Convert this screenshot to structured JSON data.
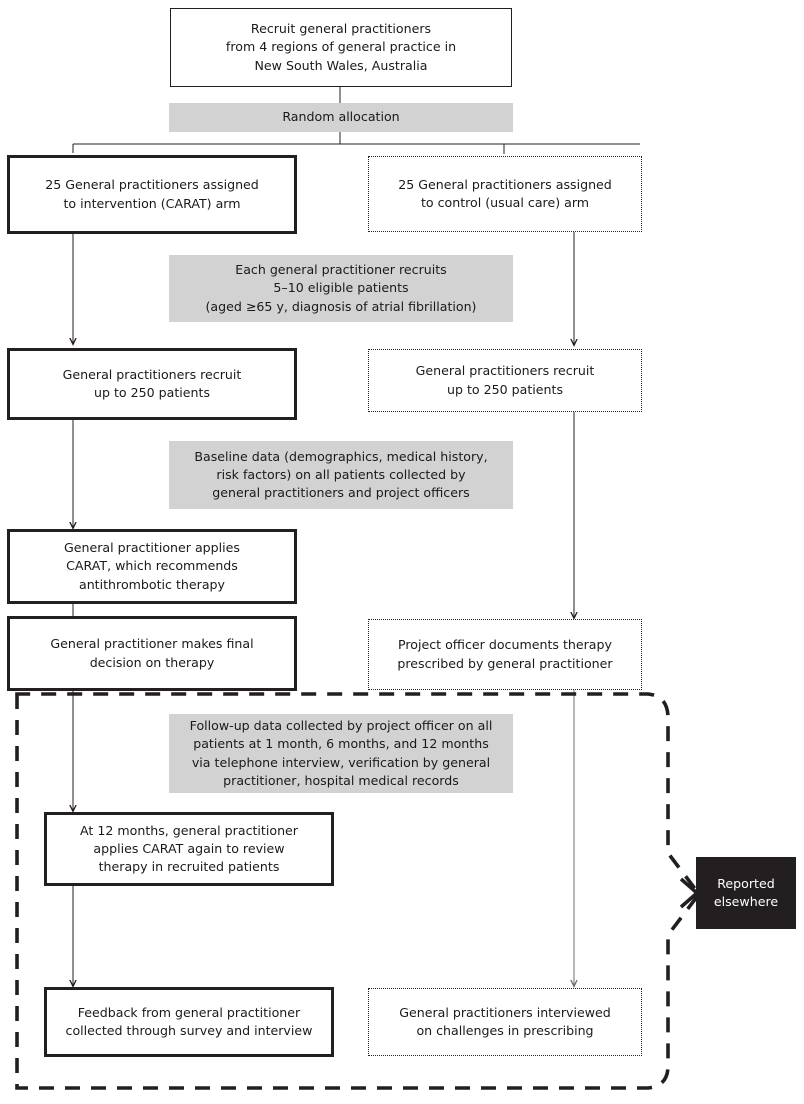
{
  "diagram": {
    "title": "CARAT cluster randomised trial flow diagram",
    "colors": {
      "ink": "#231f20",
      "gray_fill": "#d2d2d2",
      "dark_fill": "#231f20",
      "page": "#ffffff"
    },
    "nodes": {
      "recruit_gps": {
        "lines": [
          "Recruit general practitioners",
          "from 4 regions of general practice in",
          "New South Wales, Australia"
        ],
        "style": "thin-border"
      },
      "random_allocation": {
        "lines": [
          "Random allocation"
        ],
        "style": "gray-band"
      },
      "intervention_arm": {
        "lines": [
          "25 General practitioners assigned",
          "to intervention (CARAT) arm"
        ],
        "style": "solid-border"
      },
      "control_arm": {
        "lines": [
          "25 General practitioners assigned",
          "to control (usual care) arm"
        ],
        "style": "dotted-border"
      },
      "eligible_patients": {
        "lines": [
          "Each general practitioner recruits",
          "5–10 eligible patients",
          "(aged ≥65 y, diagnosis of atrial fibrillation)"
        ],
        "style": "gray-band"
      },
      "recruit_250_left": {
        "lines": [
          "General practitioners recruit",
          "up to 250 patients"
        ],
        "style": "solid-border"
      },
      "recruit_250_right": {
        "lines": [
          "General practitioners recruit",
          "up to 250 patients"
        ],
        "style": "dotted-border"
      },
      "baseline_data": {
        "lines": [
          "Baseline data (demographics, medical history,",
          "risk factors) on all patients collected by",
          "general practitioners and project officers"
        ],
        "style": "gray-band"
      },
      "applies_carat": {
        "lines": [
          "General practitioner applies",
          "CARAT, which recommends",
          "antithrombotic therapy"
        ],
        "style": "solid-border"
      },
      "final_decision": {
        "lines": [
          "General practitioner makes final",
          "decision on therapy"
        ],
        "style": "solid-border"
      },
      "project_officer_documents": {
        "lines": [
          "Project officer documents therapy",
          "prescribed by general practitioner"
        ],
        "style": "dotted-border"
      },
      "followup_data": {
        "lines": [
          "Follow-up data collected by project officer on all",
          "patients at 1 month, 6 months, and 12 months",
          "via telephone interview, verification by general",
          "practitioner, hospital medical records"
        ],
        "style": "gray-band"
      },
      "carat_again_12_months": {
        "lines": [
          "At 12 months, general practitioner",
          "applies CARAT again to review",
          "therapy in recruited patients"
        ],
        "style": "solid-border"
      },
      "feedback_survey": {
        "lines": [
          "Feedback from general practitioner",
          "collected through survey and interview"
        ],
        "style": "solid-border"
      },
      "gps_interviewed": {
        "lines": [
          "General practitioners interviewed",
          "on challenges in prescribing"
        ],
        "style": "dotted-border"
      },
      "reported_elsewhere": {
        "lines": [
          "Reported",
          "elsewhere"
        ],
        "style": "dark-fill"
      }
    },
    "region": {
      "name": "reported-elsewhere-scope",
      "style": "thick-dashed-rounded",
      "points_to": "reported_elsewhere"
    }
  }
}
